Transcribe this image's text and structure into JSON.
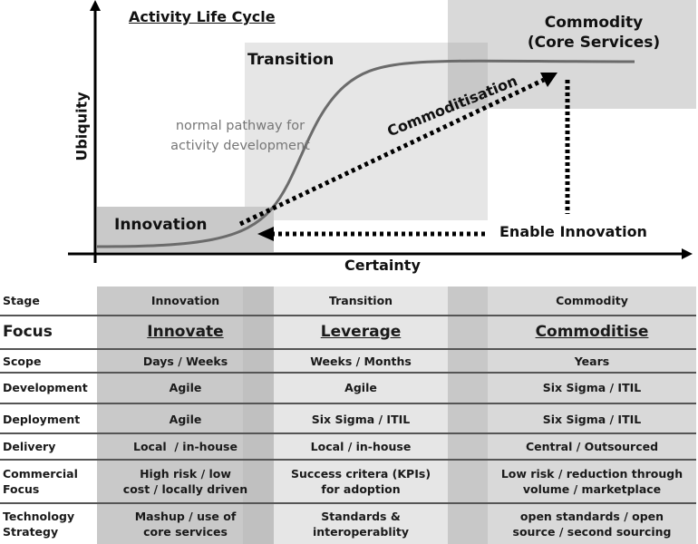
{
  "diagram": {
    "title": "Activity Life Cycle",
    "y_axis_label": "Ubiquity",
    "x_axis_label": "Certainty",
    "regions": {
      "innovation": "Innovation",
      "transition": "Transition",
      "commodity_line1": "Commodity",
      "commodity_line2": "(Core Services)"
    },
    "curve_label_line1": "normal pathway for",
    "curve_label_line2": "activity development",
    "arrows": {
      "commoditisation": "Commoditisation",
      "enable_innovation": "Enable Innovation"
    },
    "colors": {
      "innovation_bg": "#c9c9c9",
      "transition_bg": "#e6e6e6",
      "commodity_bg": "#d9d9d9",
      "overlap_bg": "#c8c8c8",
      "curve": "#6b6b6b"
    }
  },
  "table": {
    "columns": [
      "Innovation",
      "Transition",
      "Commodity"
    ],
    "rows": [
      {
        "header": "Stage",
        "values": [
          "Innovation",
          "Transition",
          "Commodity"
        ]
      },
      {
        "header": "Focus",
        "values": [
          "Innovate",
          "Leverage",
          "Commoditise"
        ]
      },
      {
        "header": "Scope",
        "values": [
          "Days / Weeks",
          "Weeks / Months",
          "Years"
        ]
      },
      {
        "header": "Development",
        "values": [
          "Agile",
          "Agile",
          "Six Sigma / ITIL"
        ]
      },
      {
        "header": "Deployment",
        "values": [
          "Agile",
          "Six Sigma / ITIL",
          "Six Sigma / ITIL"
        ]
      },
      {
        "header": "Delivery",
        "values": [
          "Local  / in-house",
          "Local / in-house",
          "Central / Outsourced"
        ]
      },
      {
        "header": "Commercial Focus",
        "header_line1": "Commercial",
        "header_line2": "Focus",
        "values": [
          "High risk / low cost / locally driven",
          "Success critera (KPIs) for adoption",
          "Low risk / reduction through volume / marketplace"
        ],
        "lines": [
          [
            "High risk / low",
            "cost / locally driven"
          ],
          [
            "Success critera (KPIs)",
            "for adoption"
          ],
          [
            "Low risk / reduction through",
            "volume / marketplace"
          ]
        ]
      },
      {
        "header": "Technology Strategy",
        "header_line1": "Technology",
        "header_line2": "Strategy",
        "values": [
          "Mashup / use of core services",
          "Standards & interoperablity",
          "open standards / open source / second sourcing"
        ],
        "lines": [
          [
            "Mashup / use of",
            "core services"
          ],
          [
            "Standards &",
            "interoperablity"
          ],
          [
            "open standards / open",
            "source / second sourcing"
          ]
        ]
      }
    ]
  }
}
